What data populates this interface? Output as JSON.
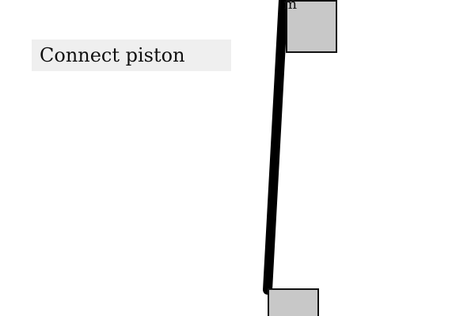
{
  "instruction": {
    "text": "Connect piston"
  },
  "scene": {
    "top_block_text": "m",
    "colors": {
      "background": "#ffffff",
      "label_bg": "#efefef",
      "block_fill": "#c8c8c8",
      "block_stroke": "#111111",
      "rod": "#000000"
    },
    "icons": {
      "top_block": "square-block-icon",
      "bottom_block": "square-block-icon",
      "rod": "connecting-rod"
    }
  }
}
